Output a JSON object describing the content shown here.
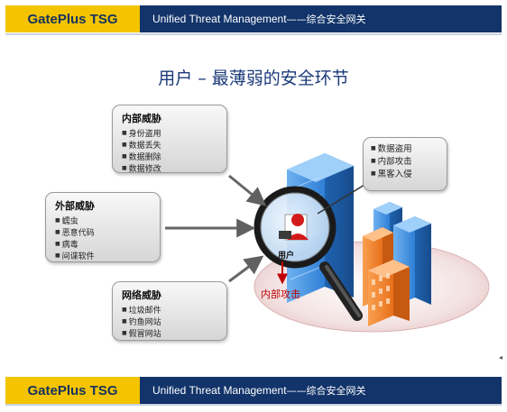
{
  "header": {
    "brand": "GatePlus TSG",
    "tagline_en": "Unified Threat Management",
    "tagline_cn": "——综合安全网关"
  },
  "title": "用户 – 最薄弱的安全环节",
  "boxes": {
    "internal": {
      "heading": "内部威胁",
      "items": [
        "身份盗用",
        "数据丢失",
        "数据删除",
        "数据修改"
      ]
    },
    "external": {
      "heading": "外部威胁",
      "items": [
        "蠕虫",
        "恶意代码",
        "病毒",
        "间谍软件"
      ]
    },
    "network": {
      "heading": "网络威胁",
      "items": [
        "垃圾邮件",
        "钓鱼网站",
        "假冒网站"
      ]
    },
    "right": {
      "items": [
        "数据盗用",
        "内部攻击",
        "黑客入侵"
      ]
    }
  },
  "labels": {
    "user": "用户",
    "internal_attack": "内部攻击",
    "corner": "◂"
  },
  "footer": {
    "brand": "GatePlus TSG",
    "tagline_en": "Unified Threat Management",
    "tagline_cn": "——综合安全网关"
  },
  "colors": {
    "brand_yellow": "#f4c400",
    "brand_navy": "#12346a",
    "title_blue": "#1b3a7a",
    "attack_red": "#c00000",
    "building_blue": "#3a8ee6",
    "building_orange": "#f07a20"
  },
  "icons": [
    "magnifier-icon",
    "user-icon",
    "server-building-icon",
    "office-building-icon",
    "arrow-icon"
  ]
}
